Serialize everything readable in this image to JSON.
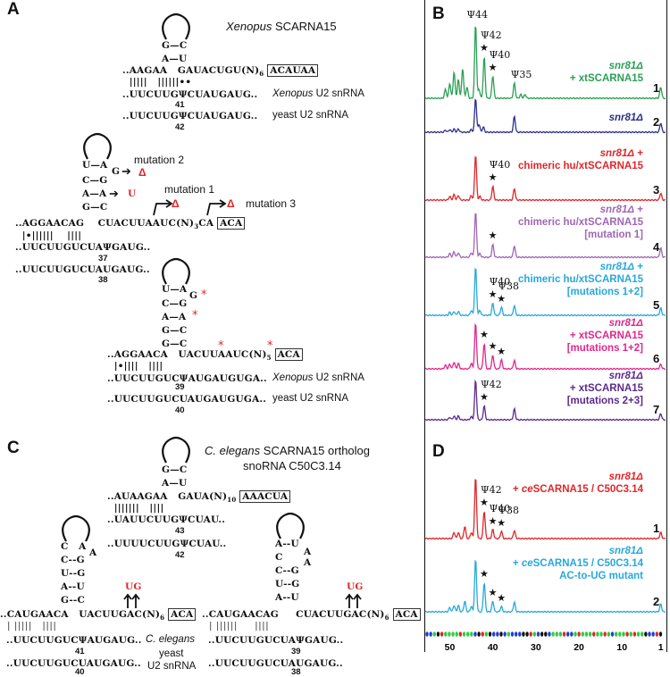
{
  "panels": {
    "A": {
      "letter": "A",
      "title_italic": "Xenopus",
      "title_rest": " SCARNA15",
      "struct1": {
        "stem_rows": [
          "G—C",
          "A—U"
        ],
        "guide": "..AAGAA   GAUACUGU(N)",
        "guide_sub": "6",
        "box": "ACAUAA",
        "pairs": "  |||||   ||||||••",
        "target1": "..UUCUUGΨCUAUGAUG..",
        "target1_label_italic": "Xenopus",
        "target1_label_rest": " U2 snRNA",
        "target1_num": "41",
        "target2": "..UUCUUGΨCUAUGAUG..",
        "target2_label": "yeast U2 snRNA",
        "target2_num": "42"
      },
      "struct2": {
        "stem_rows": [
          "U—A",
          "C—G",
          "A—A",
          "G—C"
        ],
        "bulge_g": "G",
        "mutation2_label": "mutation 2",
        "mutation1_label": "mutation 1",
        "mutation3_label": "mutation 3",
        "delta": "Δ",
        "sub_u": "U",
        "guide": "..AGGAACAG    CUACUUAAUC(N)",
        "guide_sub": "3",
        "guide_tail": "CA",
        "box": "ACA",
        "pairs": "  |•||||||    ||||",
        "target1": "..UUCUUGUCUAΨGAUG..",
        "target1_num": "37",
        "target2": "..UUCUUGUCUAUGAUG..",
        "target2_num": "38"
      },
      "struct3": {
        "stem_rows": [
          "U—A",
          "C—G",
          "A—A",
          "G—C",
          "G—C"
        ],
        "bulge_g": "G",
        "star": "*",
        "guide": "..AGGAACA   UACUUAAUC(N)",
        "guide_sub": "5",
        "box": "ACA",
        "pairs": "  |•||||   ||||",
        "target1": "..UUCUUGUCΨAUGAUGUGA..",
        "target1_label_italic": "Xenopus",
        "target1_label_rest": " U2 snRNA",
        "target1_num": "39",
        "target2": "..UUCUUGUCUAUGAUGUGA..",
        "target2_label": "yeast U2 snRNA",
        "target2_num": "40"
      }
    },
    "C": {
      "letter": "C",
      "title_line1_italic": "C. elegans",
      "title_line1_rest": " SCARNA15 ortholog",
      "title_line2": "snoRNA C50C3.14",
      "top": {
        "stem_rows": [
          "G—C",
          "A—U"
        ],
        "guide": "..AUAAGAA   GAUA(N)",
        "guide_sub": "10",
        "box": "AAACUA",
        "pairs": "  |||||||   ||||",
        "target1": "..UAUUCUUGΨCUAU..",
        "target1_num": "43",
        "target2": "..UUUUCUUGΨCUAU..",
        "target2_num": "42"
      },
      "left": {
        "stem_top": "C   A",
        "stem_top_a": "A",
        "stem_rows": [
          "C--G",
          "U--G",
          "A--U",
          "G--C"
        ],
        "mut": "UG",
        "guide": "..CAUGAACA   UACUUGAC(N)",
        "guide_sub": "6",
        "box": "ACA",
        "pairs": "  | |||||   ||||",
        "target1": "..UUCUUGUCΨAUGAUG..",
        "target1_num": "41",
        "target2": "..UUCUUGUCUAUGAUG..",
        "target2_num": "40"
      },
      "middle_labels": {
        "celegans": "C. elegans",
        "yeast": "yeast",
        "u2": "U2 snRNA"
      },
      "right": {
        "stem_rows_top": [
          "A--U"
        ],
        "bulge": [
          "A",
          "A"
        ],
        "stem_c": "C",
        "stem_rows": [
          "C--G",
          "U--G",
          "A--U"
        ],
        "mut": "UG",
        "guide": "..CAUGAACAG     CUACUUGAC(N)",
        "guide_sub": "6",
        "box": "ACA",
        "pairs": "  | ||||||     ||||",
        "target1": "..UUCUUGUCUAΨGAUG..",
        "target1_num": "39",
        "target2": "..UUCUUGUCUAUGAUG..",
        "target2_num": "38"
      }
    },
    "B": {
      "letter": "B",
      "lanes": [
        {
          "num": "1",
          "color": "#2aa055",
          "label_lines": [
            [
              "snr81Δ",
              true
            ],
            [
              "+ xtSCARNA15",
              false
            ]
          ],
          "peaks": [
            [
              44,
              1.0
            ],
            [
              42,
              0.55
            ],
            [
              40,
              0.3
            ],
            [
              35,
              0.2
            ],
            [
              47,
              0.4
            ],
            [
              49,
              0.35
            ],
            [
              48,
              0.25
            ],
            [
              50,
              0.2
            ],
            [
              51,
              0.12
            ],
            [
              46,
              0.15
            ],
            [
              43.2,
              0.12
            ],
            [
              33.5,
              0.05
            ],
            [
              32.5,
              0.05
            ],
            [
              1,
              0.15
            ]
          ],
          "annotations": [
            [
              "Ψ44",
              44,
              "top"
            ],
            [
              "Ψ42",
              42,
              "star"
            ],
            [
              "Ψ40",
              40,
              "star"
            ],
            [
              "Ψ35",
              35,
              "plain"
            ]
          ]
        },
        {
          "num": "2",
          "color": "#2b2f8c",
          "label_lines": [
            [
              "snr81Δ",
              true
            ]
          ],
          "peaks": [
            [
              44,
              1.3
            ],
            [
              43.2,
              0.3
            ],
            [
              42.2,
              0.2
            ],
            [
              35,
              0.6
            ],
            [
              48,
              0.12
            ],
            [
              49,
              0.12
            ],
            [
              50,
              0.1
            ],
            [
              51,
              0.08
            ],
            [
              45,
              0.1
            ],
            [
              1,
              0.35
            ]
          ],
          "annotations": []
        },
        {
          "num": "3",
          "color": "#e0262a",
          "label_lines": [
            [
              "snr81Δ +",
              true
            ],
            [
              "chimeric hu/xtSCARNA15",
              false
            ]
          ],
          "peaks": [
            [
              44,
              1.0
            ],
            [
              40,
              0.3
            ],
            [
              35,
              0.25
            ],
            [
              48,
              0.1
            ],
            [
              49,
              0.12
            ],
            [
              50,
              0.08
            ],
            [
              45,
              0.1
            ],
            [
              43,
              0.08
            ],
            [
              1,
              0.15
            ]
          ],
          "annotations": [
            [
              "Ψ40",
              40,
              "star"
            ]
          ]
        },
        {
          "num": "4",
          "color": "#a066b4",
          "label_lines": [
            [
              "snr81Δ +",
              true
            ],
            [
              "chimeric hu/xtSCARNA15",
              false
            ],
            [
              "[mutation 1]",
              false
            ]
          ],
          "peaks": [
            [
              44,
              1.0
            ],
            [
              40,
              0.28
            ],
            [
              35,
              0.25
            ],
            [
              48,
              0.1
            ],
            [
              49,
              0.12
            ],
            [
              50,
              0.08
            ],
            [
              45,
              0.1
            ],
            [
              43,
              0.08
            ],
            [
              1,
              0.2
            ]
          ],
          "annotations": [
            [
              "",
              40,
              "staronly"
            ]
          ]
        },
        {
          "num": "5",
          "color": "#27a8dc",
          "label_lines": [
            [
              "snr81Δ +",
              true
            ],
            [
              "chimeric hu/xtSCARNA15",
              false
            ],
            [
              "[mutations 1+2]",
              false
            ]
          ],
          "peaks": [
            [
              44,
              1.0
            ],
            [
              40,
              0.25
            ],
            [
              38,
              0.17
            ],
            [
              35,
              0.2
            ],
            [
              48,
              0.08
            ],
            [
              49,
              0.08
            ],
            [
              50,
              0.06
            ],
            [
              45,
              0.1
            ],
            [
              43,
              0.1
            ],
            [
              1,
              0.15
            ]
          ],
          "annotations": [
            [
              "Ψ40",
              40,
              "star"
            ],
            [
              "Ψ38",
              38,
              "star"
            ]
          ]
        },
        {
          "num": "6",
          "color": "#e0288c",
          "label_lines": [
            [
              "snr81Δ",
              true
            ],
            [
              "+ xtSCARNA15",
              false
            ],
            [
              "[mutations 1+2]",
              false
            ]
          ],
          "peaks": [
            [
              44,
              1.0
            ],
            [
              42,
              0.55
            ],
            [
              40,
              0.3
            ],
            [
              38,
              0.2
            ],
            [
              35,
              0.18
            ],
            [
              48,
              0.12
            ],
            [
              49,
              0.15
            ],
            [
              50,
              0.1
            ],
            [
              51,
              0.08
            ],
            [
              45,
              0.12
            ],
            [
              1,
              0.1
            ]
          ],
          "annotations": [
            [
              "",
              42,
              "staronly"
            ],
            [
              "",
              40,
              "staronly"
            ],
            [
              "",
              38,
              "staronly"
            ]
          ]
        },
        {
          "num": "7",
          "color": "#5b2a8e",
          "label_lines": [
            [
              "snr81Δ",
              true
            ],
            [
              "+ xtSCARNA15",
              false
            ],
            [
              "[mutations 2+3]",
              false
            ]
          ],
          "peaks": [
            [
              44,
              1.3
            ],
            [
              42,
              0.45
            ],
            [
              35,
              0.35
            ],
            [
              48,
              0.12
            ],
            [
              49,
              0.12
            ],
            [
              50,
              0.08
            ],
            [
              45,
              0.1
            ],
            [
              1,
              0.2
            ]
          ],
          "annotations": [
            [
              "Ψ42",
              42,
              "star"
            ]
          ]
        }
      ]
    },
    "D": {
      "letter": "D",
      "lanes": [
        {
          "num": "1",
          "color": "#e0262a",
          "label_lines": [
            [
              "snr81Δ",
              true
            ],
            [
              "+ ce|SCARNA15 / C50C3.14",
              false
            ]
          ],
          "peaks": [
            [
              44,
              1.0
            ],
            [
              42,
              0.45
            ],
            [
              40,
              0.15
            ],
            [
              38,
              0.12
            ],
            [
              35,
              0.13
            ],
            [
              46.5,
              0.2
            ],
            [
              48,
              0.1
            ],
            [
              49,
              0.1
            ],
            [
              45,
              0.1
            ],
            [
              1,
              0.1
            ]
          ],
          "annotations": [
            [
              "Ψ42",
              42,
              "star"
            ],
            [
              "Ψ40",
              40,
              "star"
            ],
            [
              "Ψ38",
              38,
              "star"
            ]
          ]
        },
        {
          "num": "2",
          "color": "#27a8dc",
          "label_lines": [
            [
              "snr81Δ",
              true
            ],
            [
              "+ ce|SCARNA15 / C50C3.14",
              false
            ],
            [
              "AC-to-UG mutant",
              false
            ]
          ],
          "peaks": [
            [
              44,
              1.0
            ],
            [
              42,
              0.55
            ],
            [
              40,
              0.2
            ],
            [
              38,
              0.1
            ],
            [
              35,
              0.18
            ],
            [
              46.5,
              0.2
            ],
            [
              48,
              0.12
            ],
            [
              49,
              0.12
            ],
            [
              50,
              0.08
            ],
            [
              45,
              0.1
            ],
            [
              1,
              0.15
            ]
          ],
          "annotations": [
            [
              "",
              42,
              "staronly"
            ],
            [
              "",
              40,
              "staronly"
            ],
            [
              "",
              38,
              "staronly"
            ]
          ]
        }
      ],
      "axis_ticks": [
        "50",
        "40",
        "30",
        "20",
        "10",
        "1"
      ],
      "axis_tick_values": [
        50,
        40,
        30,
        20,
        10,
        1
      ],
      "sequence_dots": "BBGKRGGGGRGGGBKRGKBBKBGBBBKKRGBKKBGGGRBBGRGGGRGGRGBGGGRGRGGKBBRK",
      "dot_colors": {
        "G": "#2ecc40",
        "B": "#1f3fd0",
        "K": "#111111",
        "R": "#e0262a"
      }
    }
  }
}
